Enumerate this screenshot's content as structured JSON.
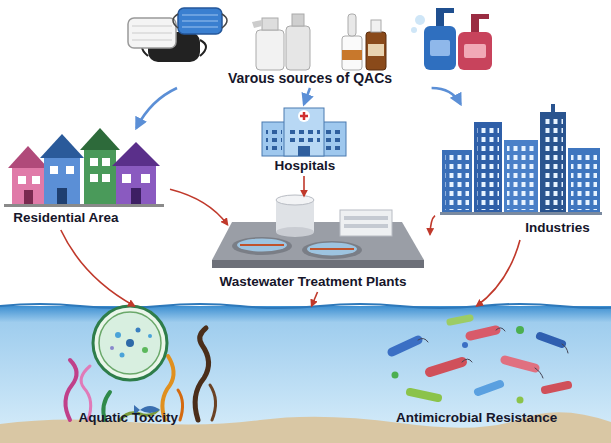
{
  "diagram": {
    "nodes": [
      {
        "text": [
          "Varous sources of QACs"
        ]
      },
      {
        "text": [
          "Residential Area"
        ]
      },
      {
        "text": [
          "Hospitals"
        ]
      },
      {
        "text": [
          "Industries"
        ]
      },
      {
        "text": [
          "Wastewater Treatment Plants"
        ]
      },
      {
        "text": [
          "Aquatic Toxcity",
          "Antimicrobial Resistance"
        ]
      }
    ],
    "edges": [
      {
        "from": 0,
        "to": 1,
        "arrow": "to"
      },
      {
        "from": 0,
        "to": 2,
        "arrow": "to"
      },
      {
        "from": 0,
        "to": 3,
        "arrow": "to"
      },
      {
        "from": 1,
        "to": 4,
        "arrow": "to"
      },
      {
        "from": 2,
        "to": 4,
        "arrow": "to"
      },
      {
        "from": 3,
        "to": 4,
        "arrow": "to"
      },
      {
        "from": 1,
        "to": 5,
        "arrow": "to"
      },
      {
        "from": 4,
        "to": 5,
        "arrow": "to"
      },
      {
        "from": 3,
        "to": 5,
        "arrow": "to"
      }
    ]
  }
}
